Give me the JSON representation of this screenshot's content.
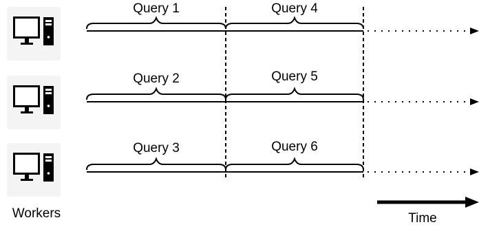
{
  "workers": [
    {
      "queries": [
        "Query 1",
        "Query 4"
      ]
    },
    {
      "queries": [
        "Query 2",
        "Query 5"
      ]
    },
    {
      "queries": [
        "Query 3",
        "Query 6"
      ]
    }
  ],
  "workers_label": "Workers",
  "time_label": "Time",
  "icons": {
    "worker": "desktop-computer-icon"
  },
  "colors": {
    "stroke": "#000000",
    "icon_bg": "#f4f4f4"
  }
}
